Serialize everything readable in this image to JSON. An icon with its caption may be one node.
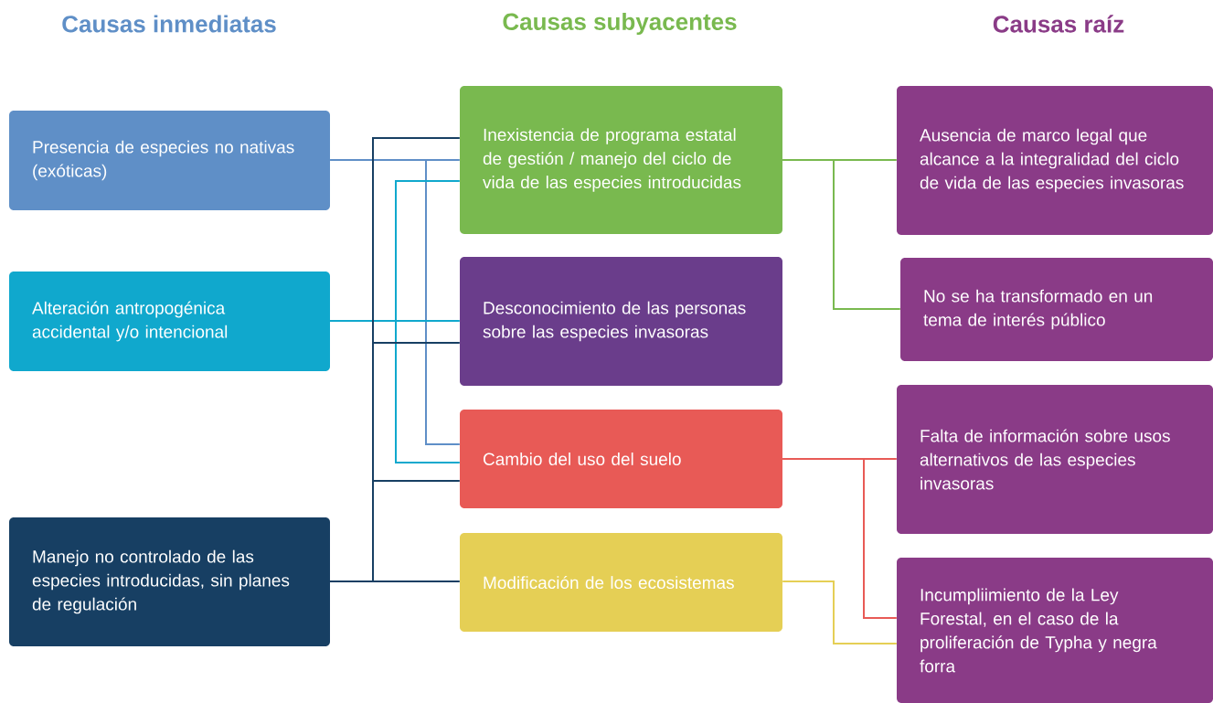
{
  "diagram": {
    "nodes": [
      {
        "text": [
          "Presencia de especies no nativas (exóticas)"
        ]
      },
      {
        "text": [
          "Alteración antropogénica accidental y/o intencional"
        ]
      },
      {
        "text": [
          "Manejo no controlado de las especies introducidas, sin planes de regulación"
        ]
      },
      {
        "text": [
          "Inexistencia de programa estatal de gestión / manejo del ciclo de vida de las especies introducidas"
        ]
      },
      {
        "text": [
          "Desconocimiento de las personas sobre las especies invasoras"
        ]
      },
      {
        "text": [
          "Cambio del uso del suelo"
        ]
      },
      {
        "text": [
          "Modificación de los ecosistemas"
        ]
      },
      {
        "text": [
          "Ausencia de marco legal que alcance a la integralidad del ciclo de vida de las especies invasoras"
        ]
      },
      {
        "text": [
          "No se ha transformado en un tema de interés público"
        ]
      },
      {
        "text": [
          "Falta de información sobre usos alternativos de las especies invasoras"
        ]
      },
      {
        "text": [
          "Incumpliimiento de la Ley Forestal, en el caso de la proliferación de Typha y negra forra"
        ]
      }
    ],
    "edges": [
      {
        "from": 0,
        "to": 3,
        "arrow": "none",
        "color": "#5f8fc7"
      },
      {
        "from": 0,
        "to": 5,
        "arrow": "none",
        "color": "#5f8fc7"
      },
      {
        "from": 1,
        "to": 3,
        "arrow": "none",
        "color": "#10a8cd"
      },
      {
        "from": 1,
        "to": 4,
        "arrow": "none",
        "color": "#10a8cd"
      },
      {
        "from": 1,
        "to": 5,
        "arrow": "none",
        "color": "#10a8cd"
      },
      {
        "from": 2,
        "to": 3,
        "arrow": "none",
        "color": "#173f63"
      },
      {
        "from": 2,
        "to": 4,
        "arrow": "none",
        "color": "#173f63"
      },
      {
        "from": 2,
        "to": 5,
        "arrow": "none",
        "color": "#173f63"
      },
      {
        "from": 2,
        "to": 6,
        "arrow": "none",
        "color": "#173f63"
      },
      {
        "from": 3,
        "to": 7,
        "arrow": "none",
        "color": "#79b94f"
      },
      {
        "from": 3,
        "to": 8,
        "arrow": "none",
        "color": "#79b94f"
      },
      {
        "from": 5,
        "to": 9,
        "arrow": "none",
        "color": "#e85a56"
      },
      {
        "from": 5,
        "to": 10,
        "arrow": "none",
        "color": "#e85a56"
      },
      {
        "from": 6,
        "to": 10,
        "arrow": "none",
        "color": "#e5cf55"
      }
    ],
    "labels": [
      "Causas inmediatas",
      "Causas subyacentes",
      "Causas raíz"
    ]
  }
}
